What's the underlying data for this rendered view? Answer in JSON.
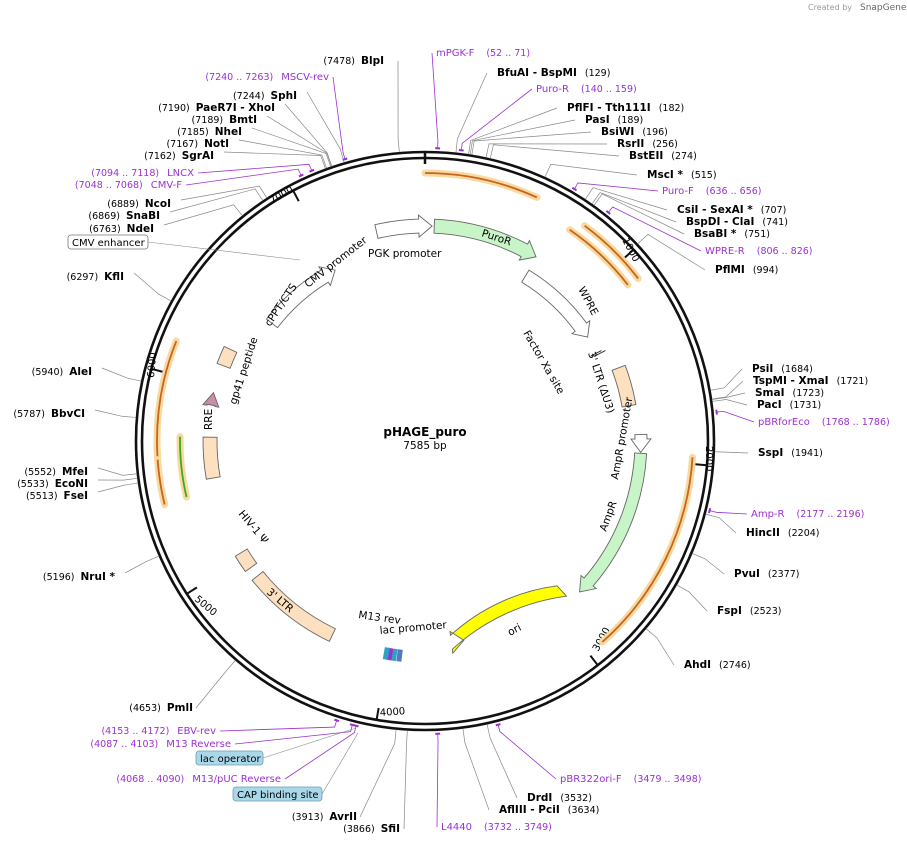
{
  "credit": {
    "prefix": "Created by",
    "brand": "SnapGene"
  },
  "center": {
    "name": "pHAGE_puro",
    "length": "7585 bp"
  },
  "total": 7585,
  "ticks": [
    "1000",
    "2000",
    "3000",
    "4000",
    "5000",
    "6000",
    "7000"
  ],
  "sites": [
    {
      "name": "BlpI",
      "pos": "(7478)",
      "posNum": 7478
    },
    {
      "name": "BfuAI - BspMI",
      "pos": "(129)",
      "posNum": 129
    },
    {
      "name": "PflFI - Tth111I",
      "pos": "(182)",
      "posNum": 182
    },
    {
      "name": "PasI",
      "pos": "(189)",
      "posNum": 189
    },
    {
      "name": "BsiWI",
      "pos": "(196)",
      "posNum": 196
    },
    {
      "name": "RsrII",
      "pos": "(256)",
      "posNum": 256
    },
    {
      "name": "BstEII",
      "pos": "(274)",
      "posNum": 274
    },
    {
      "name": "MscI *",
      "pos": "(515)",
      "posNum": 515
    },
    {
      "name": "CsiI - SexAI *",
      "pos": "(707)",
      "posNum": 707
    },
    {
      "name": "BspDI - ClaI",
      "pos": "(741)",
      "posNum": 741
    },
    {
      "name": "BsaBI *",
      "pos": "(751)",
      "posNum": 751
    },
    {
      "name": "PflMI",
      "pos": "(994)",
      "posNum": 994
    },
    {
      "name": "PsiI",
      "pos": "(1684)",
      "posNum": 1684
    },
    {
      "name": "TspMI - XmaI",
      "pos": "(1721)",
      "posNum": 1721
    },
    {
      "name": "SmaI",
      "pos": "(1723)",
      "posNum": 1723
    },
    {
      "name": "PacI",
      "pos": "(1731)",
      "posNum": 1731
    },
    {
      "name": "SspI",
      "pos": "(1941)",
      "posNum": 1941
    },
    {
      "name": "HincII",
      "pos": "(2204)",
      "posNum": 2204
    },
    {
      "name": "PvuI",
      "pos": "(2377)",
      "posNum": 2377
    },
    {
      "name": "FspI",
      "pos": "(2523)",
      "posNum": 2523
    },
    {
      "name": "AhdI",
      "pos": "(2746)",
      "posNum": 2746
    },
    {
      "name": "DrdI",
      "pos": "(3532)",
      "posNum": 3532
    },
    {
      "name": "AflIII - PciI",
      "pos": "(3634)",
      "posNum": 3634
    },
    {
      "name": "SfiI",
      "pos": "(3866)",
      "posNum": 3866
    },
    {
      "name": "AvrII",
      "pos": "(3913)",
      "posNum": 3913
    },
    {
      "name": "PmlI",
      "pos": "(4653)",
      "posNum": 4653
    },
    {
      "name": "NruI *",
      "pos": "(5196)",
      "posNum": 5196
    },
    {
      "name": "FseI",
      "pos": "(5513)",
      "posNum": 5513
    },
    {
      "name": "EcoNI",
      "pos": "(5533)",
      "posNum": 5533
    },
    {
      "name": "MfeI",
      "pos": "(5552)",
      "posNum": 5552
    },
    {
      "name": "BbvCI",
      "pos": "(5787)",
      "posNum": 5787
    },
    {
      "name": "AleI",
      "pos": "(5940)",
      "posNum": 5940
    },
    {
      "name": "KflI",
      "pos": "(6297)",
      "posNum": 6297
    },
    {
      "name": "NdeI",
      "pos": "(6763)",
      "posNum": 6763
    },
    {
      "name": "SnaBI",
      "pos": "(6869)",
      "posNum": 6869
    },
    {
      "name": "NcoI",
      "pos": "(6889)",
      "posNum": 6889
    },
    {
      "name": "SgrAI",
      "pos": "(7162)",
      "posNum": 7162
    },
    {
      "name": "NotI",
      "pos": "(7167)",
      "posNum": 7167
    },
    {
      "name": "NheI",
      "pos": "(7185)",
      "posNum": 7185
    },
    {
      "name": "BmtI",
      "pos": "(7189)",
      "posNum": 7189
    },
    {
      "name": "PaeR7I - XhoI",
      "pos": "(7190)",
      "posNum": 7190
    },
    {
      "name": "SphI",
      "pos": "(7244)",
      "posNum": 7244
    }
  ],
  "primers": [
    {
      "name": "mPGK-F",
      "range": "(52 .. 71)",
      "posNum": 52
    },
    {
      "name": "Puro-R",
      "range": "(140 .. 159)",
      "posNum": 150
    },
    {
      "name": "Puro-F",
      "range": "(636 .. 656)",
      "posNum": 646
    },
    {
      "name": "WPRE-R",
      "range": "(806 .. 826)",
      "posNum": 816
    },
    {
      "name": "pBRforEco",
      "range": "(1768 .. 1786)",
      "posNum": 1777
    },
    {
      "name": "Amp-R",
      "range": "(2177 .. 2196)",
      "posNum": 2186
    },
    {
      "name": "pBR322ori-F",
      "range": "(3479 .. 3498)",
      "posNum": 3488
    },
    {
      "name": "L4440",
      "range": "(3732 .. 3749)",
      "posNum": 3740
    },
    {
      "name": "M13/pUC Reverse",
      "range": "(4068 .. 4090)",
      "posNum": 4079
    },
    {
      "name": "M13 Reverse",
      "range": "(4087 .. 4103)",
      "posNum": 4095
    },
    {
      "name": "EBV-rev",
      "range": "(4153 .. 4172)",
      "posNum": 4162
    },
    {
      "name": "CMV-F",
      "range": "(7048 .. 7068)",
      "posNum": 7058
    },
    {
      "name": "LNCX",
      "range": "(7094 .. 7118)",
      "posNum": 7106
    },
    {
      "name": "MSCV-rev",
      "range": "(7240 .. 7263)",
      "posNum": 7251
    }
  ],
  "boxed": [
    "CMV enhancer",
    "lac operator",
    "CAP binding site"
  ],
  "features": {
    "pgk_promoter": "PGK promoter",
    "puror": "PuroR",
    "wpre": "WPRE",
    "ltr3_au3": "3' LTR (ΔU3)",
    "factor_xa": "Factor Xa site",
    "ampr_promoter": "AmpR promoter",
    "ampr": "AmpR",
    "ori": "ori",
    "m13_rev": "M13 rev",
    "lac_promoter": "lac promoter",
    "ltr3": "3' LTR",
    "hiv_psi": "HIV-1 Ψ",
    "rre": "RRE",
    "gp41": "gp41 peptide",
    "cppt": "cPPT/CTS",
    "cmv_promoter": "CMV promoter"
  },
  "colors": {
    "primer": "#9b30d0",
    "promoter_fill": "#ffffff",
    "cds_fill": "#c8f5c8",
    "ori_fill": "#ffff00",
    "misc_fill": "#fde0c0",
    "orf": "#c8641e",
    "orf_glow": "#f8d9a0",
    "orf_green": "#3caa1e",
    "backbone": "#111111"
  }
}
